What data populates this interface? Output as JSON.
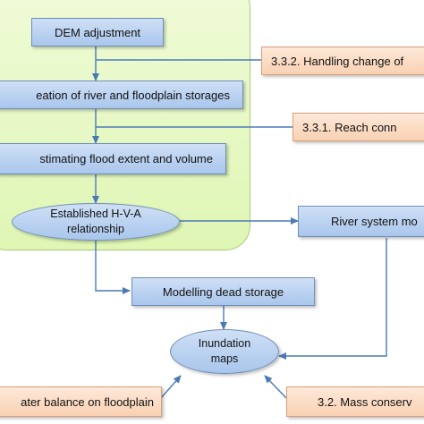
{
  "nodes": {
    "dem_adjustment": "DEM adjustment",
    "river_floodplain_storages": "eation of river and floodplain storages",
    "flood_extent_volume": "stimating flood extent and volume",
    "hva_relationship_line1": "Established H-V-A",
    "hva_relationship_line2": "relationship",
    "river_system_model": "River system mo",
    "dead_storage": "Modelling dead storage",
    "inundation_maps_line1": "Inundation",
    "inundation_maps_line2": "maps",
    "water_balance": "ater balance on floodplain"
  },
  "sections": {
    "handling_change": "3.3.2. Handling change of",
    "reach_connection": "3.3.1. Reach conn",
    "mass_conservation": "3.2. Mass conserv"
  },
  "colors": {
    "panel_fill": "#e4f7c0",
    "box_fill": "#b8d1f0",
    "section_fill": "#fbdcc4",
    "arrow": "#4a7ab5"
  }
}
